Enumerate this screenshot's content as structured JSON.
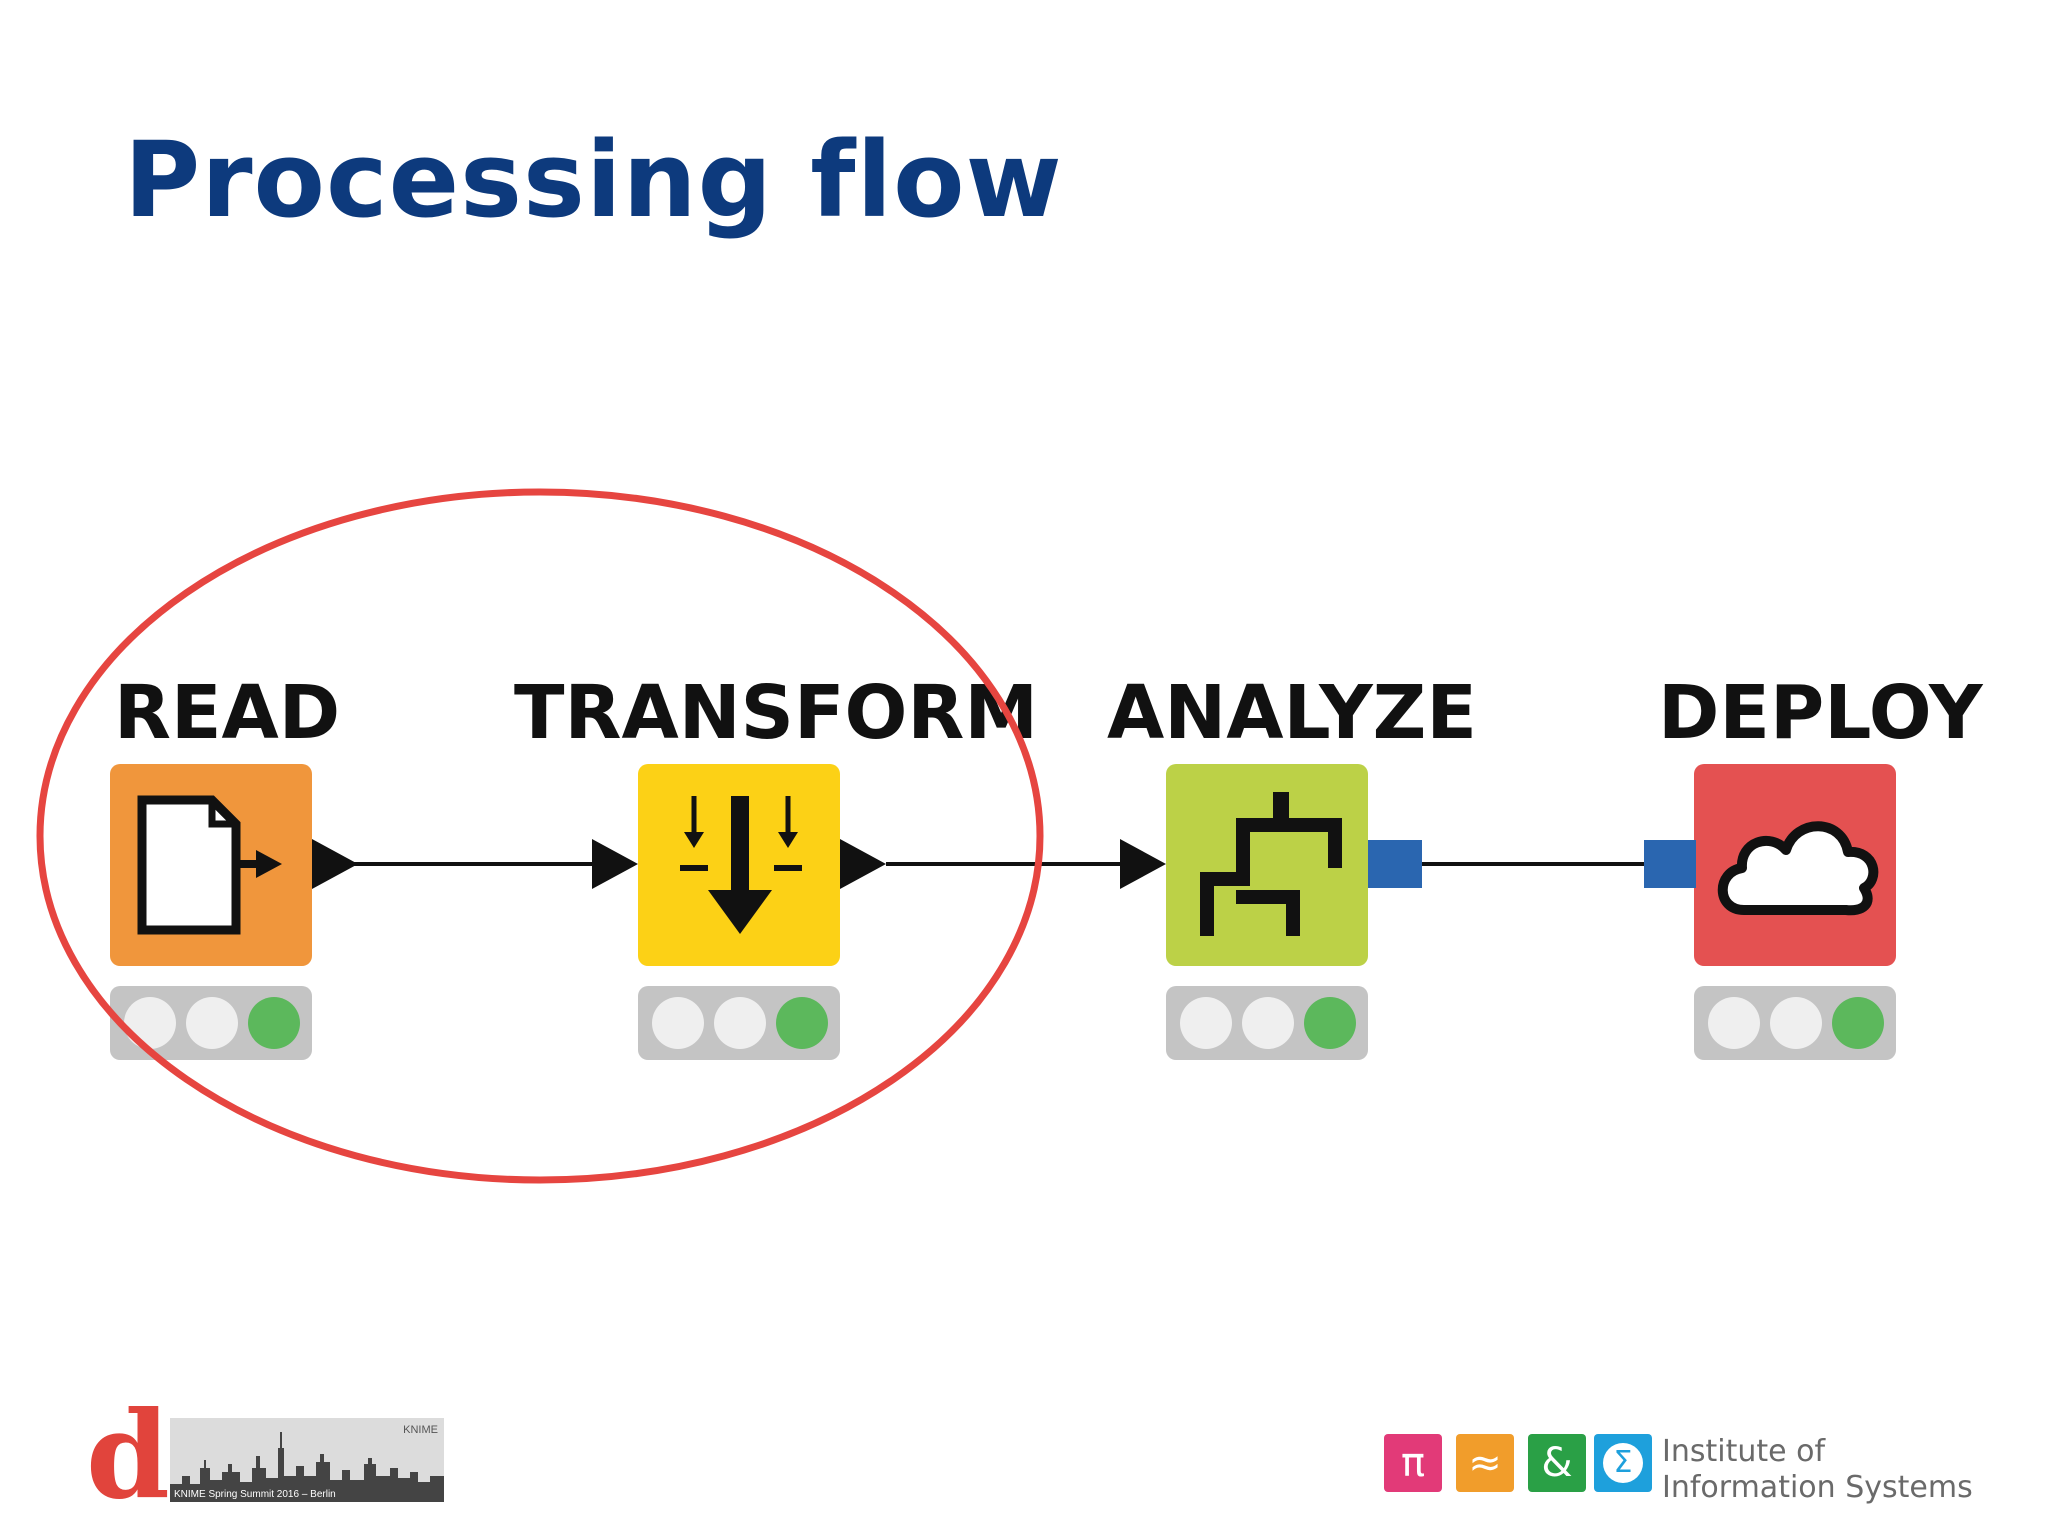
{
  "slide": {
    "title": "Processing flow"
  },
  "stages": [
    {
      "label": "READ",
      "color": "#f0963c",
      "icon": "file-export-icon",
      "status": [
        "idle",
        "idle",
        "done"
      ]
    },
    {
      "label": "TRANSFORM",
      "color": "#fcd116",
      "icon": "merge-down-arrow-icon",
      "status": [
        "idle",
        "idle",
        "done"
      ]
    },
    {
      "label": "ANALYZE",
      "color": "#bcd147",
      "icon": "tree-model-icon",
      "status": [
        "idle",
        "idle",
        "done"
      ]
    },
    {
      "label": "DEPLOY",
      "color": "#e45151",
      "icon": "cloud-icon",
      "status": [
        "idle",
        "idle",
        "done"
      ]
    }
  ],
  "highlight": {
    "color": "#e64540",
    "covers": [
      "READ",
      "TRANSFORM"
    ]
  },
  "colors": {
    "title": "#0d3a7d",
    "port_blue": "#2a66b0",
    "status_done": "#5cb85c",
    "status_idle": "#efefef",
    "status_bar": "#c4c4c4"
  },
  "footer": {
    "left_logo": "d",
    "event_banner": "KNIME Spring Summit 2016 – Berlin",
    "event_brand": "KNIME",
    "institute_tiles": [
      {
        "symbol": "π",
        "color": "#e23a78"
      },
      {
        "symbol": "≈",
        "color": "#f19d2b"
      },
      {
        "symbol": "&",
        "color": "#2aa046"
      },
      {
        "symbol": "Σ",
        "color": "#1ea0dc"
      }
    ],
    "institute_line1": "Institute of",
    "institute_line2": "Information Systems"
  }
}
